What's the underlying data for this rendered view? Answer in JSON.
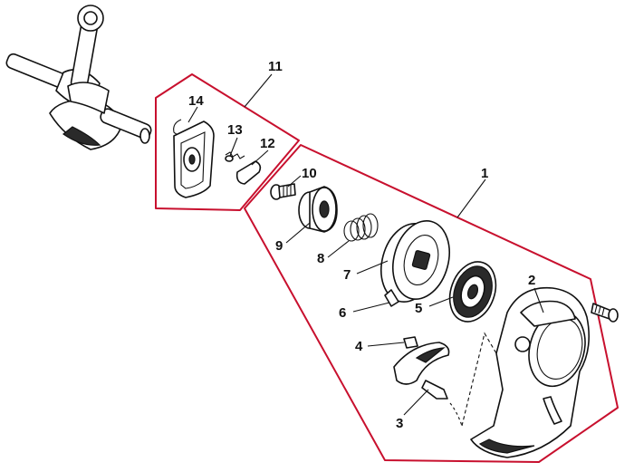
{
  "diagram": {
    "group_color": "#c8102e",
    "callouts": [
      {
        "id": "1",
        "label": "1"
      },
      {
        "id": "2",
        "label": "2"
      },
      {
        "id": "3",
        "label": "3"
      },
      {
        "id": "4",
        "label": "4"
      },
      {
        "id": "5",
        "label": "5"
      },
      {
        "id": "6",
        "label": "6"
      },
      {
        "id": "7",
        "label": "7"
      },
      {
        "id": "8",
        "label": "8"
      },
      {
        "id": "9",
        "label": "9"
      },
      {
        "id": "10",
        "label": "10"
      },
      {
        "id": "11",
        "label": "11"
      },
      {
        "id": "12",
        "label": "12"
      },
      {
        "id": "13",
        "label": "13"
      },
      {
        "id": "14",
        "label": "14"
      }
    ]
  }
}
